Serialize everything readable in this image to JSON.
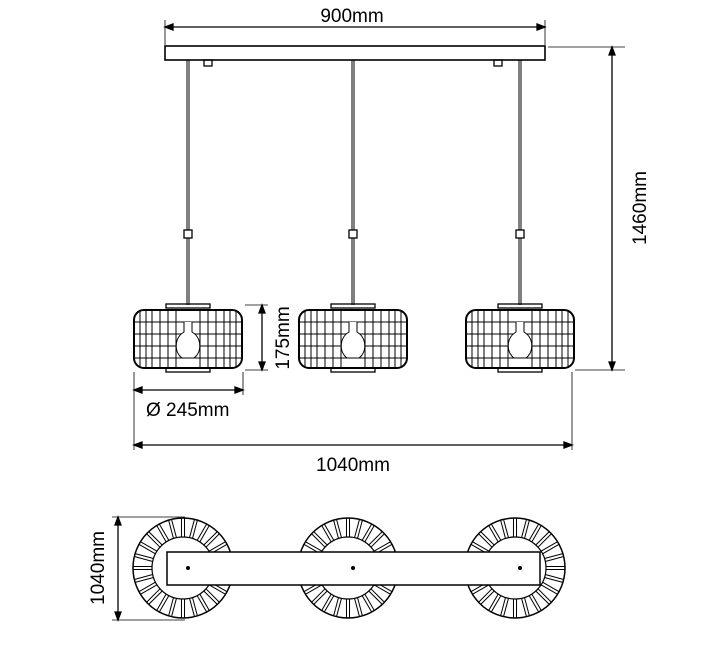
{
  "dimensions": {
    "canopy_width": "900mm",
    "total_height": "1460mm",
    "shade_height": "175mm",
    "shade_diameter": "Ø 245mm",
    "total_width": "1040mm",
    "top_view_depth": "1040mm"
  },
  "lamp_count": 3,
  "colors": {
    "line": "#000000",
    "background": "#ffffff"
  }
}
